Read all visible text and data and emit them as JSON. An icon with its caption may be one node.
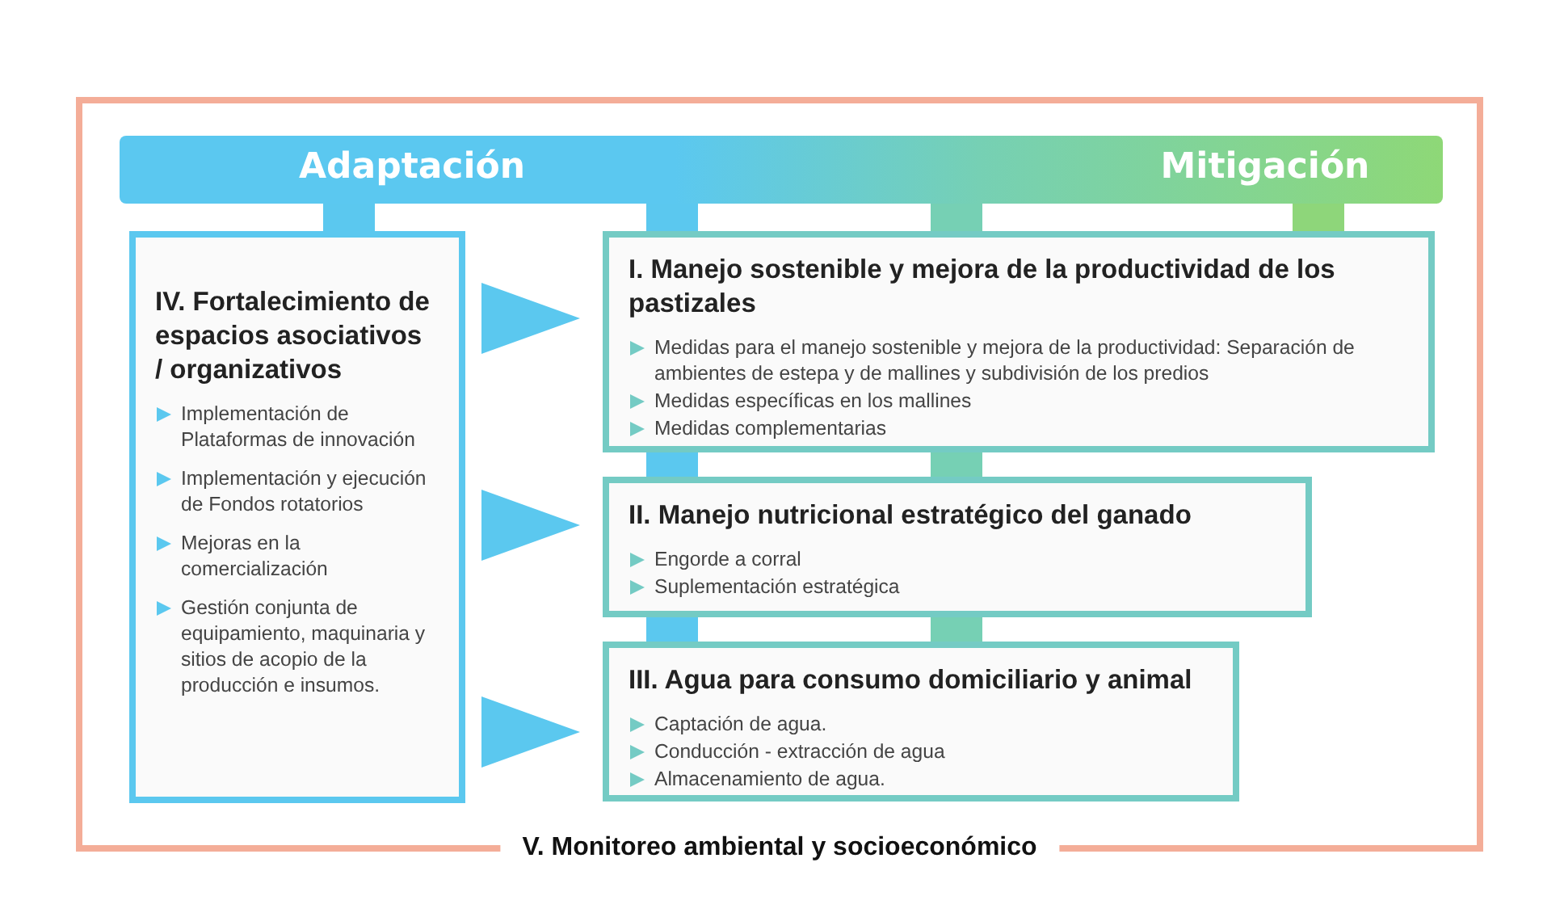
{
  "diagram": {
    "nodes": [
      {
        "text": [
          "V. Monitoreo ambiental y socioeconómico"
        ]
      },
      {
        "text": [
          "Adaptación",
          "Mitigación"
        ],
        "in": 0
      },
      {
        "text": [
          "IV. Fortalecimiento de espacios asociativos / organizativos",
          "Implementación de Plataformas de innovación",
          "Implementación y ejecución de Fondos rotatorios",
          "Mejoras en la comercialización",
          "Gestión conjunta de equipamiento, maquinaria y sitios de acopio de la producción e insumos."
        ],
        "in": 0
      },
      {
        "text": [
          "I. Manejo sostenible y mejora de la productividad de los pastizales",
          "Medidas para el manejo sostenible y mejora de la productividad: Separación de ambientes de estepa y de mallines y subdivisión de los predios",
          "Medidas específicas en los mallines",
          "Medidas complementarias"
        ],
        "in": 0
      },
      {
        "text": [
          "II. Manejo nutricional estratégico del ganado",
          "Engorde a corral",
          "Suplementación estratégica"
        ],
        "in": 0
      },
      {
        "text": [
          "III. Agua para consumo domiciliario y animal",
          "Captación de agua.",
          "Conducción - extracción de agua",
          "Almacenamiento de agua."
        ],
        "in": 0
      }
    ],
    "edges": [
      {
        "from": 2,
        "to": 3,
        "arrow": "to"
      },
      {
        "from": 2,
        "to": 4,
        "arrow": "to"
      },
      {
        "from": 2,
        "to": 5,
        "arrow": "to"
      },
      {
        "from": 1,
        "to": 2,
        "arrow": "none"
      },
      {
        "from": 1,
        "to": 3,
        "arrow": "none"
      },
      {
        "from": 1,
        "to": 3,
        "arrow": "none",
        "color": "#76d0b4"
      },
      {
        "from": 1,
        "to": 3,
        "arrow": "none",
        "color": "#8ed67a"
      },
      {
        "from": 3,
        "to": 4,
        "arrow": "none"
      },
      {
        "from": 3,
        "to": 4,
        "arrow": "none",
        "color": "#76d0b4"
      },
      {
        "from": 4,
        "to": 5,
        "arrow": "none"
      },
      {
        "from": 4,
        "to": 5,
        "arrow": "none",
        "color": "#76d0b4"
      }
    ]
  }
}
